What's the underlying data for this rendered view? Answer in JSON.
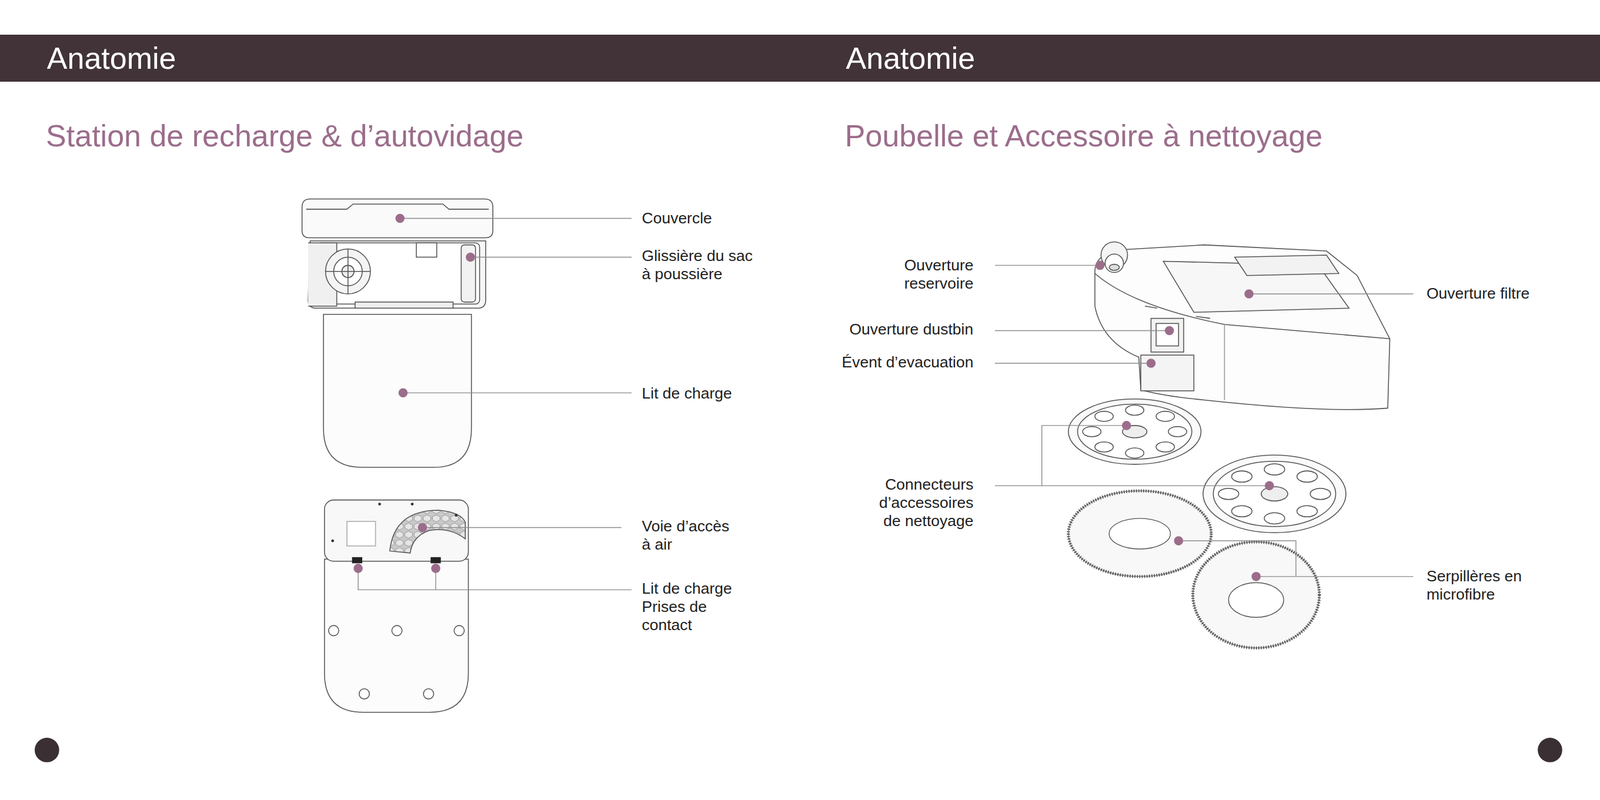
{
  "diagram": {
    "nodes": [
      {
        "text": [
          "Anatomie"
        ]
      },
      {
        "text": [
          "Anatomie"
        ]
      }
    ],
    "labels": [
      "Station de recharge & d’autovidage",
      "Couvercle",
      "Glissière du sac à poussière",
      "Lit de charge",
      "Voie d’accès à air",
      "Lit de charge Prises de contact",
      "Poubelle et Accessoire à nettoyage",
      "Ouverture reservoire",
      "Ouverture dustbin",
      "Évent d’evacuation",
      "Ouverture filtre",
      "Connecteurs d’accessoires de nettoyage",
      "Serpillères en microfibre"
    ]
  }
}
